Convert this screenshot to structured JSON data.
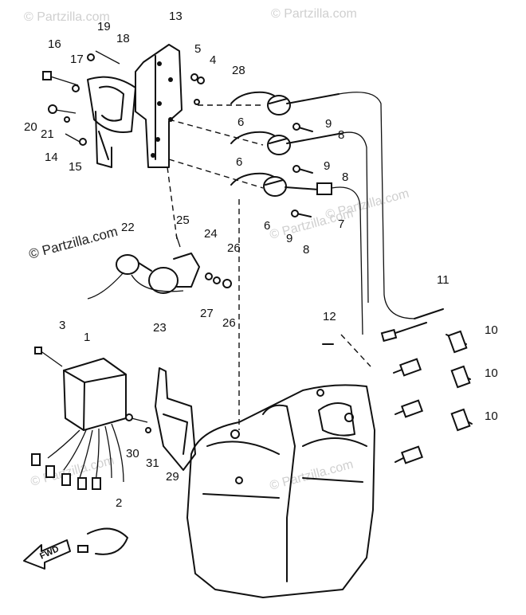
{
  "watermarks": [
    "© Partzilla.com",
    "© Partzilla.com",
    "© Partzilla.com",
    "© Partzilla.com",
    "© Partzilla.com",
    "© Partzilla.com"
  ],
  "main_watermark": "© Partzilla.com",
  "direction_label": "FWD",
  "part_labels": [
    "1",
    "2",
    "3",
    "4",
    "5",
    "6",
    "6",
    "6",
    "7",
    "8",
    "8",
    "8",
    "9",
    "9",
    "9",
    "10",
    "10",
    "10",
    "11",
    "12",
    "13",
    "14",
    "15",
    "16",
    "17",
    "18",
    "19",
    "20",
    "21",
    "22",
    "23",
    "24",
    "25",
    "26",
    "26",
    "27",
    "28",
    "29",
    "30",
    "31"
  ]
}
